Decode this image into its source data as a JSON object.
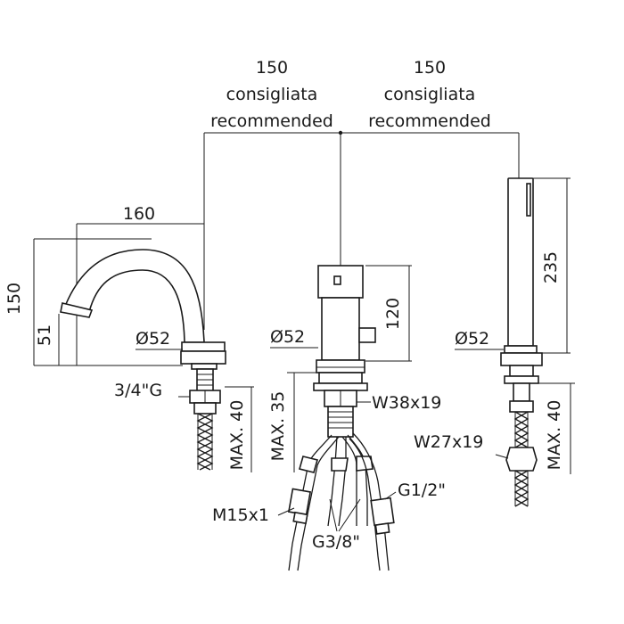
{
  "top_dims": [
    {
      "value": "150",
      "line1": "consigliata",
      "line2": "recommended"
    },
    {
      "value": "150",
      "line1": "consigliata",
      "line2": "recommended"
    }
  ],
  "spout": {
    "width": "160",
    "height": "150",
    "outlet_height": "51",
    "diameter": "Ø52",
    "thread": "3/4\"G",
    "max_depth": "MAX. 40"
  },
  "mixer": {
    "height": "120",
    "diameter": "Ø52",
    "max_depth": "MAX. 35",
    "nut": "W38x19",
    "inlet_left": "M15x1",
    "inlet_middle": "G3/8\"",
    "inlet_right": "G1/2\""
  },
  "shower": {
    "height": "235",
    "diameter": "Ø52",
    "nut": "W27x19",
    "max_depth": "MAX. 40"
  }
}
